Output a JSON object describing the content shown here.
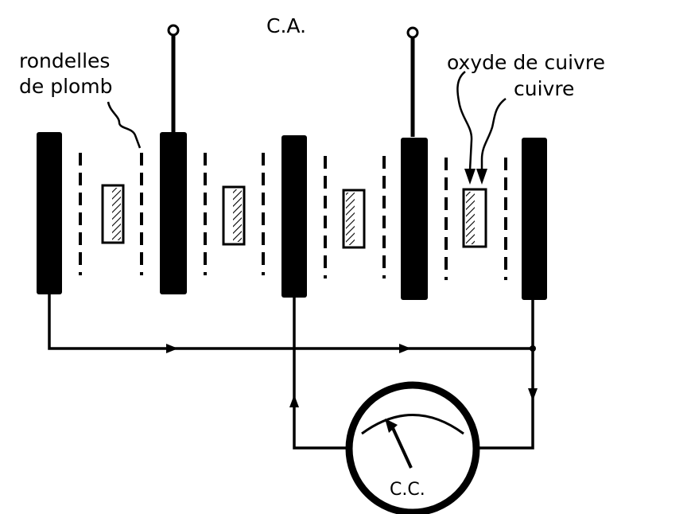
{
  "labels": {
    "ac": "C.A.",
    "lead_washers_line1": "rondelles",
    "lead_washers_line2": "de plomb",
    "copper_oxide": "oxyde de cuivre",
    "copper": "cuivre",
    "dc": "C.C."
  },
  "colors": {
    "ink": "#000000",
    "paper": "#ffffff"
  }
}
